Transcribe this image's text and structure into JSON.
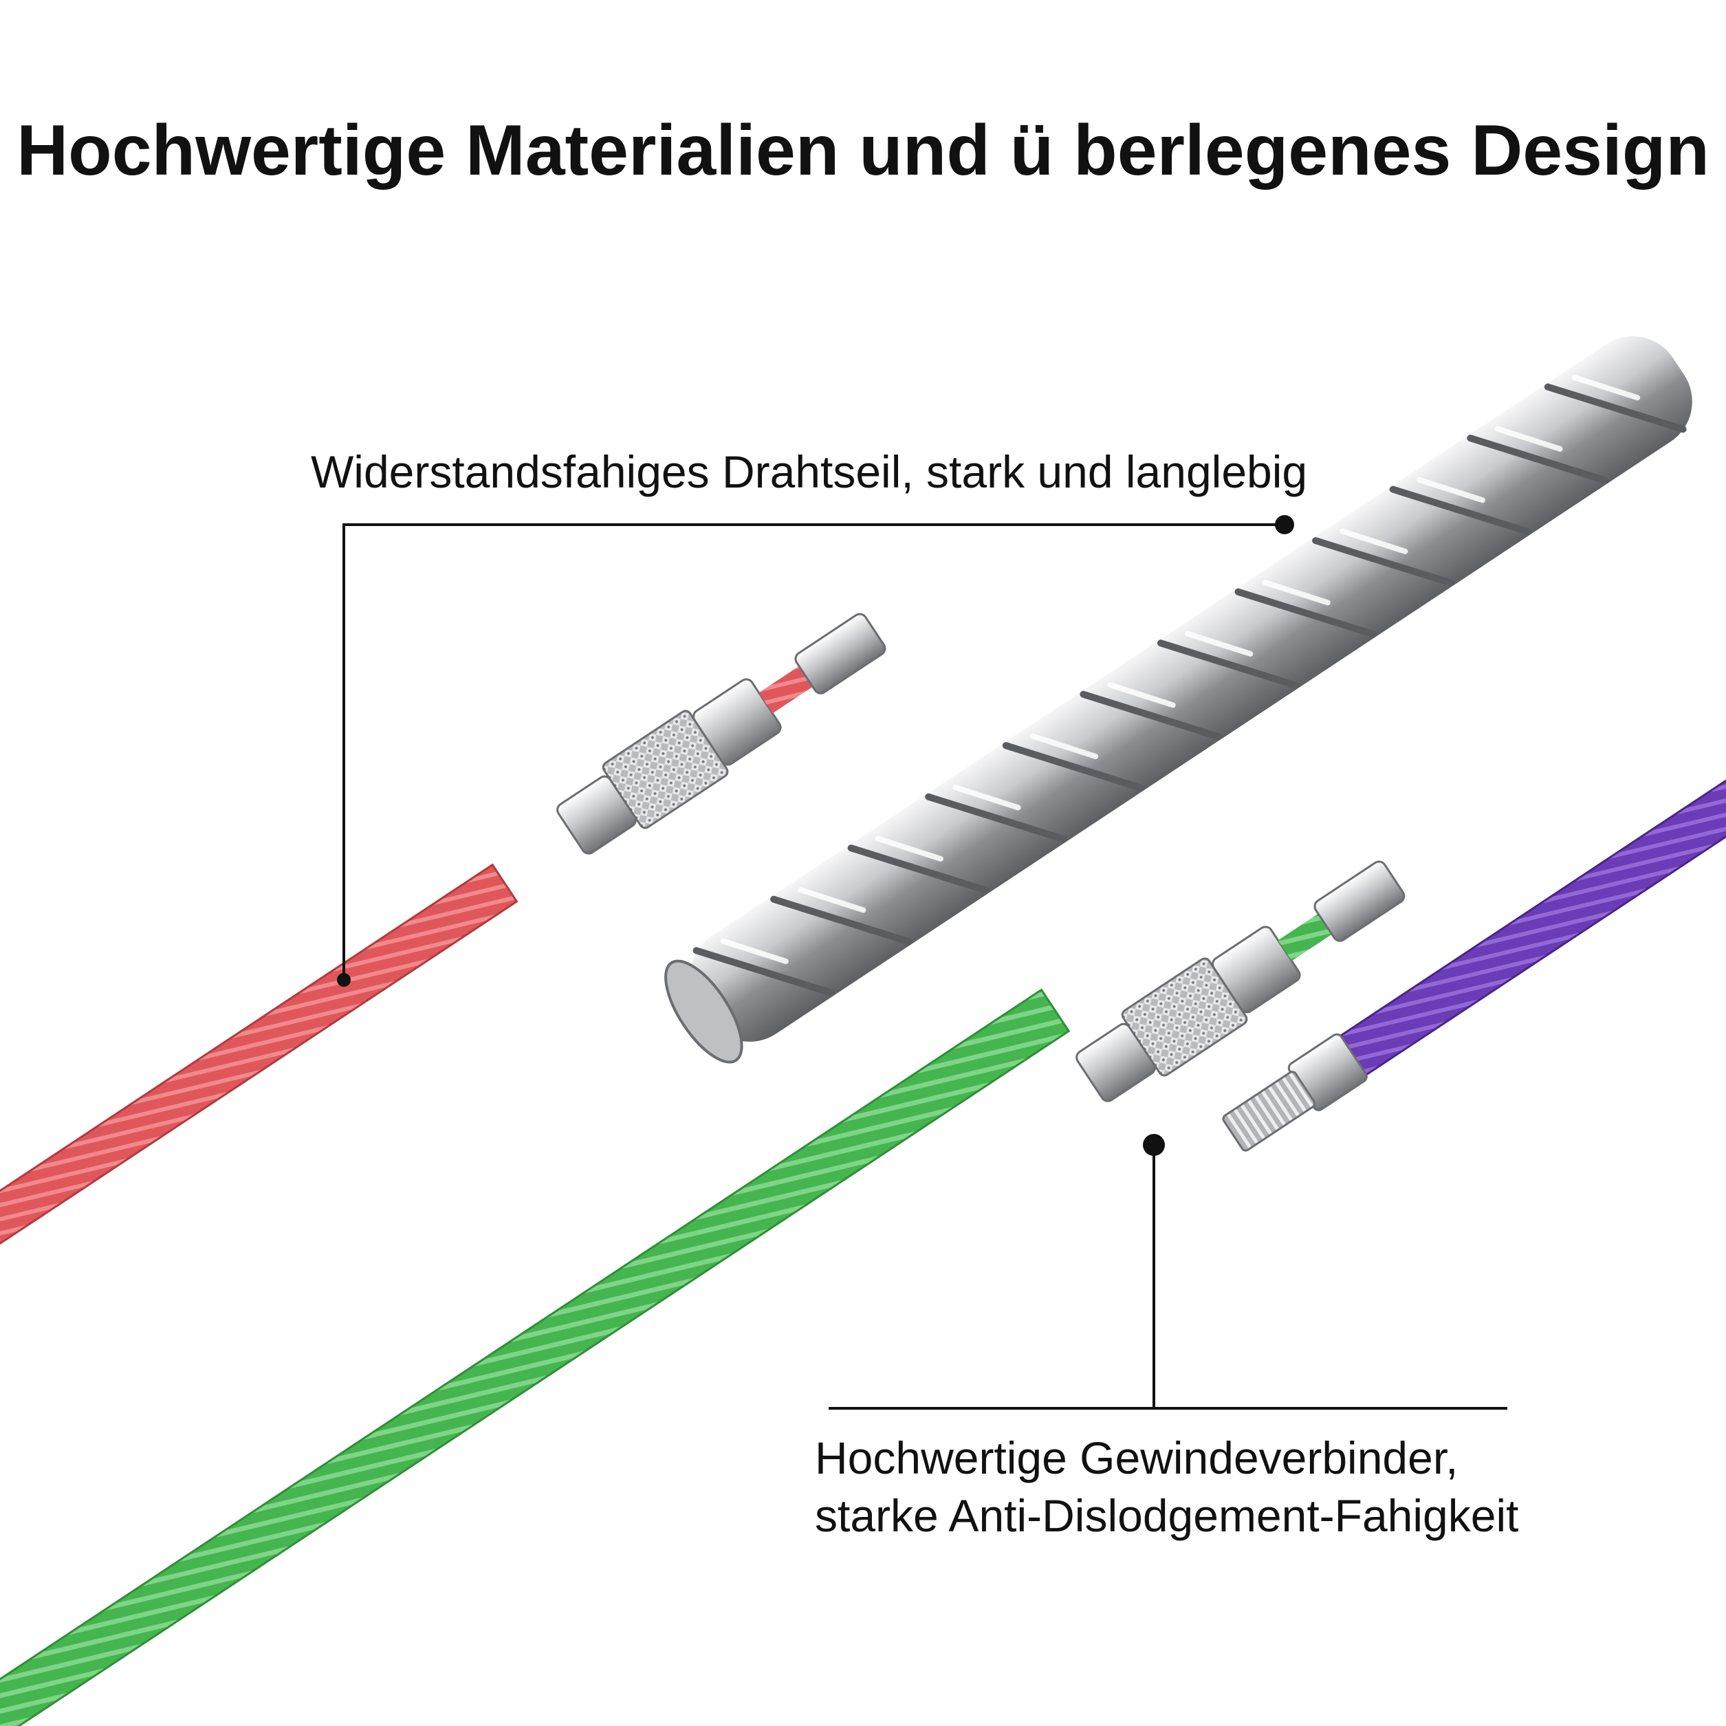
{
  "title": "Hochwertige Materialien und  ü berlegenes Design",
  "callouts": {
    "wire_rope": "Widerstandsfahiges Drahtseil, stark und langlebig",
    "connector_line1": "Hochwertige Gewindeverbinder,",
    "connector_line2": "starke Anti-Dislodgement-Fahigkeit"
  },
  "colors": {
    "background": "#ffffff",
    "text": "#111111",
    "cable_red": "#e0575b",
    "cable_green": "#45b54f",
    "cable_purple": "#6a3cb5",
    "steel": "#a9aaae",
    "leader_line": "#111111"
  }
}
